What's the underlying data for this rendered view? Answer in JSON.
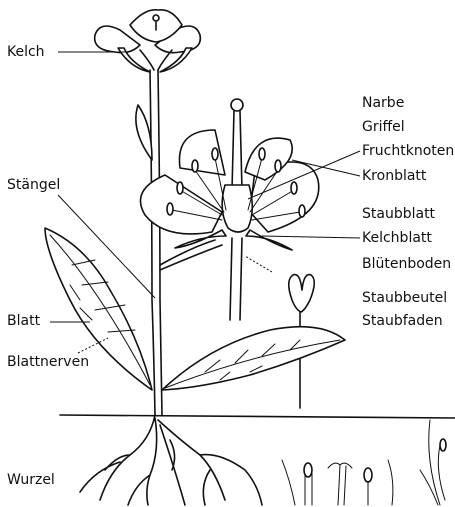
{
  "labels": {
    "kelch": "Kelch",
    "staengel": "Stängel",
    "blatt": "Blatt",
    "blattnerven": "Blattnerven",
    "wurzel": "Wurzel",
    "narbe": "Narbe",
    "griffel": "Griffel",
    "fruchtknoten": "Fruchtknoten",
    "kronblatt": "Kronblatt",
    "staubblatt": "Staubblatt",
    "kelchblatt": "Kelchblatt",
    "bluetenboden": "Blütenboden",
    "staubbeutel": "Staubbeutel",
    "staubfaden": "Staubfaden"
  }
}
